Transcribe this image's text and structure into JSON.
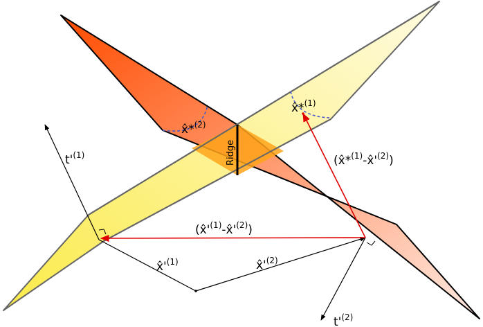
{
  "labels": {
    "ridge": "Ridge",
    "t1": {
      "base": "t'",
      "sup": "(1)"
    },
    "t2": {
      "base": "t'",
      "sup": "(2)"
    },
    "xstar1": {
      "base": "x̂*",
      "sup": "(1)"
    },
    "xstar2": {
      "base": "x̂*",
      "sup": "(2)"
    },
    "x1": {
      "base": "x̂'",
      "sup": "(1)"
    },
    "x2": {
      "base": "x̂'",
      "sup": "(2)"
    },
    "diff_x": {
      "base": "(x̂'",
      "sup1": "(1)",
      "mid": "-x̂'",
      "sup2": "(2)",
      "end": ")"
    },
    "diff_star": {
      "base": "(x̂*",
      "sup1": "(1)",
      "mid": "-x̂'",
      "sup2": "(2)",
      "end": ")"
    }
  },
  "colors": {
    "yellow_light": "#fffbe0",
    "yellow_dark": "#fbeb4a",
    "orange_dark": "#ff4c00",
    "orange_light": "#ffe8e0",
    "overlap": "#ffa31a",
    "arrow_red": "#e00000",
    "dashed_blue": "#4a5cc8"
  }
}
